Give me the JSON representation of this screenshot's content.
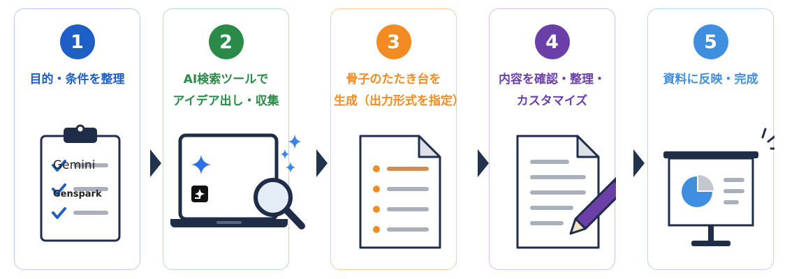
{
  "steps": [
    {
      "number": "1",
      "title_lines": [
        "目的・条件を整理"
      ],
      "color": "#1d5fc4"
    },
    {
      "number": "2",
      "title_lines": [
        "AI検索ツールで",
        "アイデア出し・収集"
      ],
      "color": "#2a8a47"
    },
    {
      "number": "3",
      "title_lines": [
        "骨子のたたき台を",
        "生成（出力形式を指定）"
      ],
      "color": "#f28c22"
    },
    {
      "number": "4",
      "title_lines": [
        "内容を確認・整理・",
        "カスタマイズ"
      ],
      "color": "#6a3fa8"
    },
    {
      "number": "5",
      "title_lines": [
        "資料に反映・完成"
      ],
      "color": "#3f8ee0"
    }
  ],
  "tools": {
    "gemini": "Gemini",
    "genspark": "Genspark"
  },
  "colors": {
    "arrow": "#22334d",
    "outline": "#1f2d48"
  }
}
